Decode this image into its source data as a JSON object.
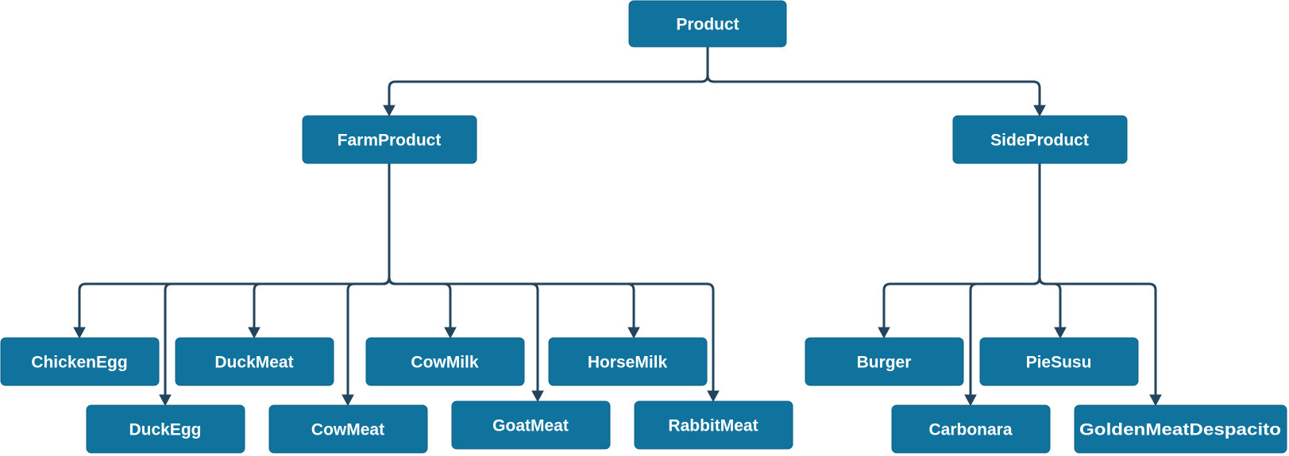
{
  "colors": {
    "node_fill": "#10739e",
    "node_text": "#ffffff",
    "edge": "#23445d",
    "background": "#ffffff"
  },
  "nodes": {
    "product": "Product",
    "farm_product": "FarmProduct",
    "side_product": "SideProduct",
    "chicken_egg": "ChickenEgg",
    "duck_egg": "DuckEgg",
    "duck_meat": "DuckMeat",
    "cow_meat": "CowMeat",
    "cow_milk": "CowMilk",
    "goat_meat": "GoatMeat",
    "horse_milk": "HorseMilk",
    "rabbit_meat": "RabbitMeat",
    "burger": "Burger",
    "carbonara": "Carbonara",
    "pie_susu": "PieSusu",
    "golden_meat_despacito": "GoldenMeatDespacito"
  },
  "edges": [
    {
      "from": "product",
      "to": "farm_product"
    },
    {
      "from": "product",
      "to": "side_product"
    },
    {
      "from": "farm_product",
      "to": "chicken_egg"
    },
    {
      "from": "farm_product",
      "to": "duck_egg"
    },
    {
      "from": "farm_product",
      "to": "duck_meat"
    },
    {
      "from": "farm_product",
      "to": "cow_meat"
    },
    {
      "from": "farm_product",
      "to": "cow_milk"
    },
    {
      "from": "farm_product",
      "to": "goat_meat"
    },
    {
      "from": "farm_product",
      "to": "horse_milk"
    },
    {
      "from": "farm_product",
      "to": "rabbit_meat"
    },
    {
      "from": "side_product",
      "to": "burger"
    },
    {
      "from": "side_product",
      "to": "carbonara"
    },
    {
      "from": "side_product",
      "to": "pie_susu"
    },
    {
      "from": "side_product",
      "to": "golden_meat_despacito"
    }
  ]
}
